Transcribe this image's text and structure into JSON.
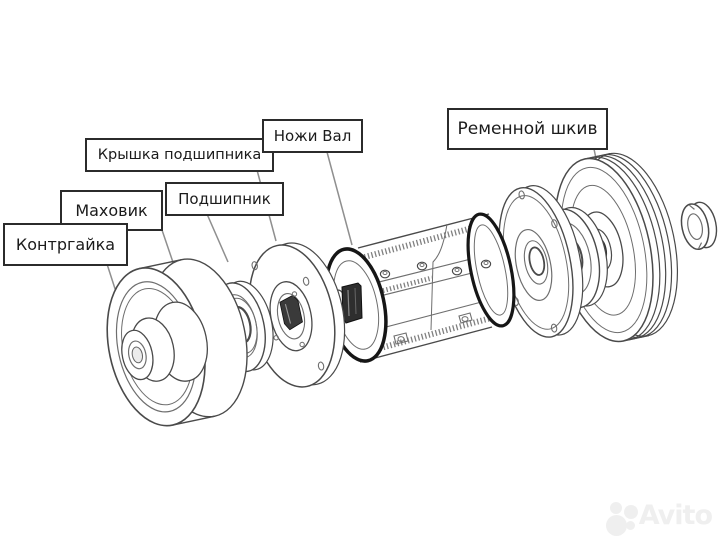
{
  "labels": {
    "kontrgayka": "Контргайка",
    "makhovik": "Маховик",
    "kryshka_podshipnika": "Крышка подшипника",
    "podshipnik": "Подшипник",
    "nozhi_val": "Ножи Вал",
    "remennoy_shkiv": "Ременной шкив"
  },
  "watermark": {
    "text": "Avito"
  },
  "colors": {
    "line": "#4a4a4a",
    "line_light": "#6e6e6e",
    "dark_rim": "#161616",
    "leader": "#8f8f8f",
    "label_border": "#2b2b2b",
    "label_text": "#1b1b1b",
    "watermark": "#efefef"
  }
}
